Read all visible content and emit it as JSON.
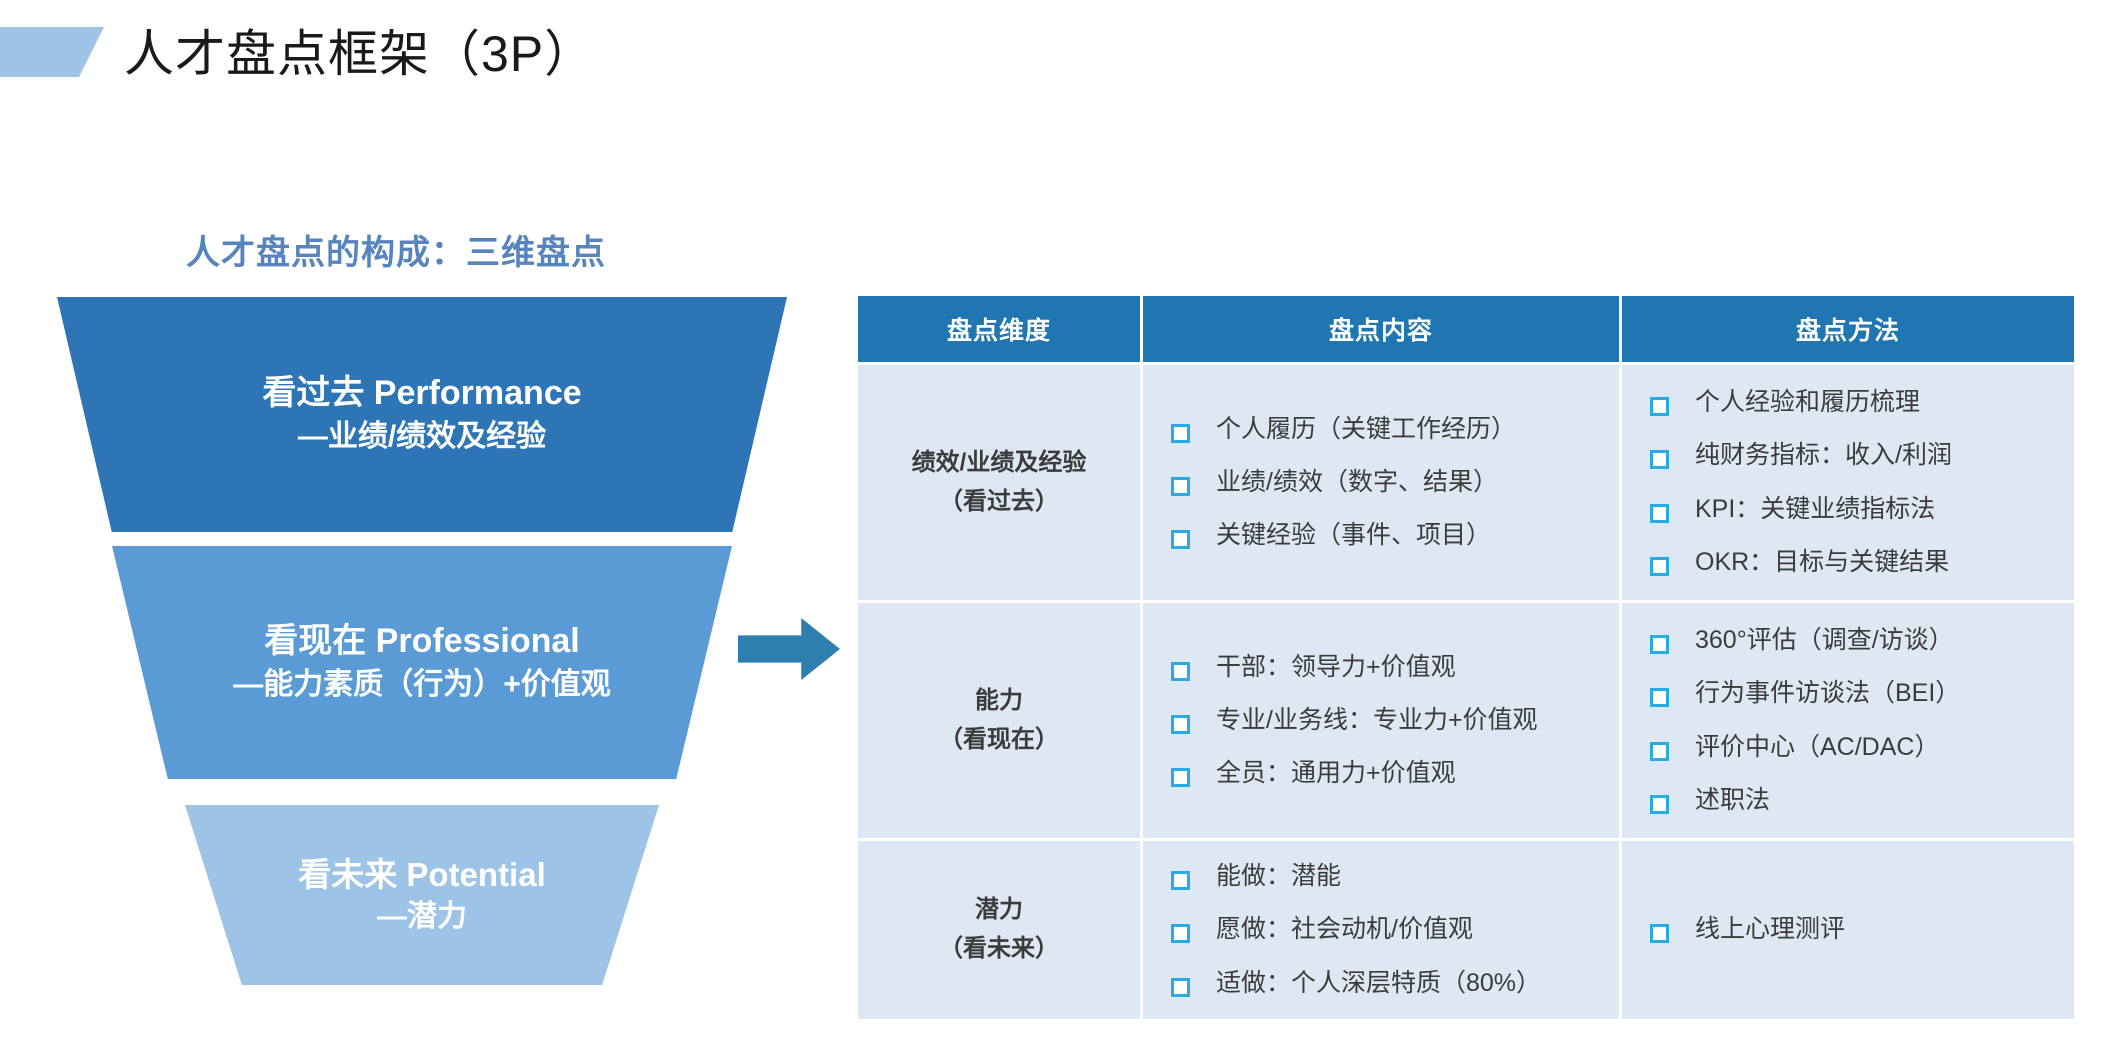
{
  "header": {
    "title": "人才盘点框架（3P）",
    "marker_color": "#9DC3E6"
  },
  "section": {
    "subtitle": "人才盘点的构成：三维盘点",
    "subtitle_color": "#5584BE"
  },
  "funnel": {
    "segments": [
      {
        "line1": "看过去 Performance",
        "line2": "—业绩/绩效及经验",
        "color": "#2E75B6"
      },
      {
        "line1": "看现在 Professional",
        "line2": "—能力素质（行为）+价值观",
        "color": "#5B9BD5"
      },
      {
        "line1": "看未来 Potential",
        "line2": "—潜力",
        "color": "#9DC3E6"
      }
    ]
  },
  "arrow": {
    "direction": "right",
    "color": "#2E7EB0"
  },
  "table": {
    "header_color": "#1F76B0",
    "cell_color": "#DEE8F4",
    "bullet_color": "#29ABE2",
    "columns": [
      "盘点维度",
      "盘点内容",
      "盘点方法"
    ],
    "rows": [
      {
        "dimension_main": "绩效/业绩及经验",
        "dimension_sub": "（看过去）",
        "content": [
          "个人履历（关键工作经历）",
          "业绩/绩效（数字、结果）",
          "关键经验（事件、项目）"
        ],
        "methods": [
          "个人经验和履历梳理",
          "纯财务指标：收入/利润",
          "KPI：关键业绩指标法",
          "OKR：目标与关键结果"
        ]
      },
      {
        "dimension_main": "能力",
        "dimension_sub": "（看现在）",
        "content": [
          "干部：领导力+价值观",
          "专业/业务线：专业力+价值观",
          "全员：通用力+价值观"
        ],
        "methods": [
          "360°评估（调查/访谈）",
          "行为事件访谈法（BEI）",
          "评价中心（AC/DAC）",
          "述职法"
        ]
      },
      {
        "dimension_main": "潜力",
        "dimension_sub": "（看未来）",
        "content": [
          "能做：潜能",
          "愿做：社会动机/价值观",
          "适做：个人深层特质（80%）"
        ],
        "methods": [
          "线上心理测评"
        ]
      }
    ]
  }
}
